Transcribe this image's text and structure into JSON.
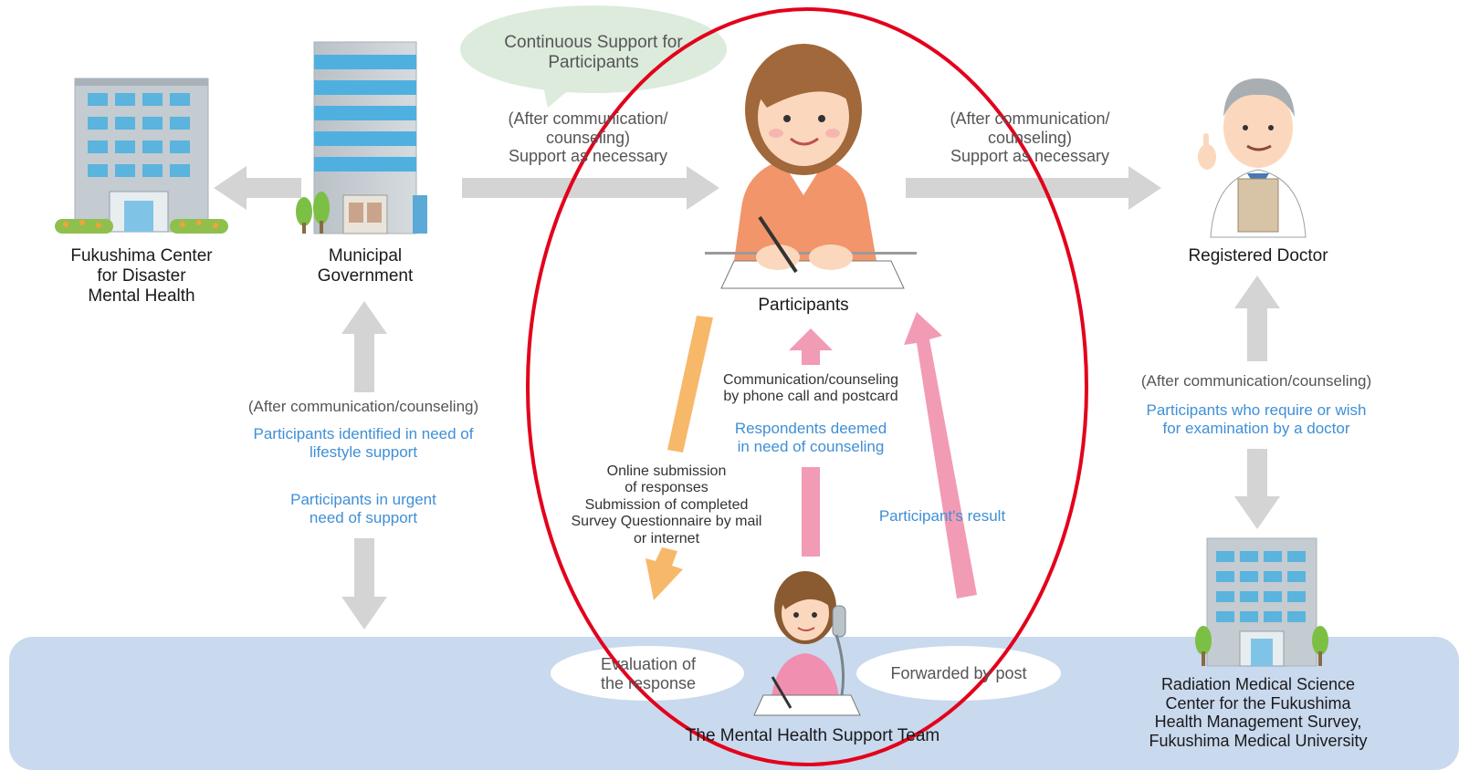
{
  "nodes": {
    "fukushima_center": [
      "Fukushima Center",
      "for Disaster",
      "Mental Health"
    ],
    "municipal_government": [
      "Municipal",
      "Government"
    ],
    "participants": "Participants",
    "registered_doctor": "Registered Doctor",
    "mental_health_team": "The Mental Health Support Team",
    "radiation_center": [
      "Radiation Medical Science",
      "Center for the Fukushima",
      "Health Management Survey,",
      "Fukushima Medical University"
    ]
  },
  "bubbles": {
    "continuous_support": [
      "Continuous Support for",
      "Participants"
    ],
    "evaluation": [
      "Evaluation of",
      "the response"
    ],
    "forwarded": "Forwarded by post"
  },
  "flows": {
    "muni_to_participants": [
      "(After communication/",
      "counseling)",
      "Support as necessary"
    ],
    "participants_to_doctor": [
      "(After communication/",
      "counseling)",
      "Support as necessary"
    ],
    "left_vertical": {
      "note": "(After communication/counseling)",
      "identified": [
        "Participants identified in need of",
        "lifestyle support"
      ],
      "urgent": [
        "Participants in urgent",
        "need of support"
      ]
    },
    "right_vertical": {
      "note": "(After communication/counseling)",
      "require": [
        "Participants who require or wish",
        "for examination by a doctor"
      ]
    },
    "submission": [
      "Online submission",
      "of responses",
      "Submission of completed",
      "Survey Questionnaire by mail",
      "or internet"
    ],
    "communication": [
      "Communication/counseling",
      "by phone call and postcard"
    ],
    "respondents": [
      "Respondents deemed",
      "in need of counseling"
    ],
    "result": "Participant's result"
  },
  "colors": {
    "gray_arrow": "#d4d4d4",
    "orange_arrow": "#f7b86a",
    "pink_arrow": "#f29bb5",
    "band": "#c9d9ee",
    "highlight_ellipse": "#e3001b",
    "blue_text": "#3f8fd6"
  }
}
